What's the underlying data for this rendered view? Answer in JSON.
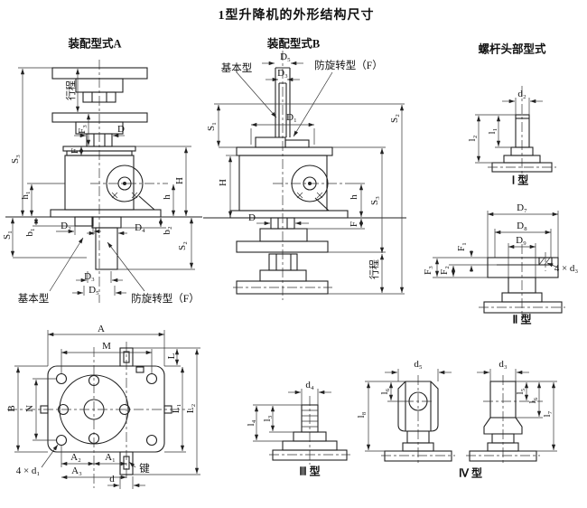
{
  "title": "1型升降机的外形结构尺寸",
  "assembly_a": {
    "heading": "装配型式A",
    "labels": {
      "stroke": "行程",
      "f3": "F₃",
      "d": "D",
      "f": "F",
      "s3": "S₃",
      "h1": "h₁",
      "H": "H",
      "h": "h",
      "b1": "b₁",
      "s1": "S₁",
      "d2": "D₂",
      "d4": "D₄",
      "b2": "b₂",
      "s2": "S₂",
      "d3": "D₃",
      "d5": "D₅",
      "basic": "基本型",
      "antirotation": "防旋转型（F）"
    }
  },
  "assembly_b": {
    "heading": "装配型式B",
    "labels": {
      "d5": "D₅",
      "d3": "D₃",
      "d1": "D₁",
      "basic": "基本型",
      "antirotation": "防旋转型（F）",
      "s1": "S₁",
      "H": "H",
      "d": "D",
      "h": "h",
      "f": "F",
      "s3": "S₃",
      "stroke": "行程",
      "s2": "S₂"
    }
  },
  "screw_heads": {
    "heading": "螺杆头部型式",
    "type1": {
      "caption": "Ⅰ 型",
      "labels": {
        "d2": "d₂",
        "l1": "l₁",
        "l2": "l₂"
      }
    },
    "type2": {
      "caption": "Ⅱ 型",
      "labels": {
        "d7": "D₇",
        "d8": "D₈",
        "d9": "D₉",
        "f1": "F₁",
        "f2": "F₂",
        "f3": "F₃",
        "bolt": "4 × d₃"
      }
    },
    "type3": {
      "caption": "Ⅲ 型",
      "labels": {
        "d4": "d₄",
        "l3": "l₃",
        "l4": "l₄"
      }
    },
    "type4": {
      "caption": "Ⅳ 型",
      "labels": {
        "d5": "d₅",
        "d3": "d₃",
        "l5": "l₅",
        "l6_left": "l₆",
        "l6_right": "l₆",
        "l7": "l₇",
        "l8": "l₈"
      }
    }
  },
  "top_view": {
    "labels": {
      "A": "A",
      "M": "M",
      "L": "L",
      "B": "B",
      "N": "N",
      "l1": "L₁",
      "l2": "L₂",
      "a1": "A₁",
      "a2": "A₂",
      "a3": "A₃",
      "d": "d",
      "key": "键",
      "bolt": "4 × d₁"
    }
  }
}
